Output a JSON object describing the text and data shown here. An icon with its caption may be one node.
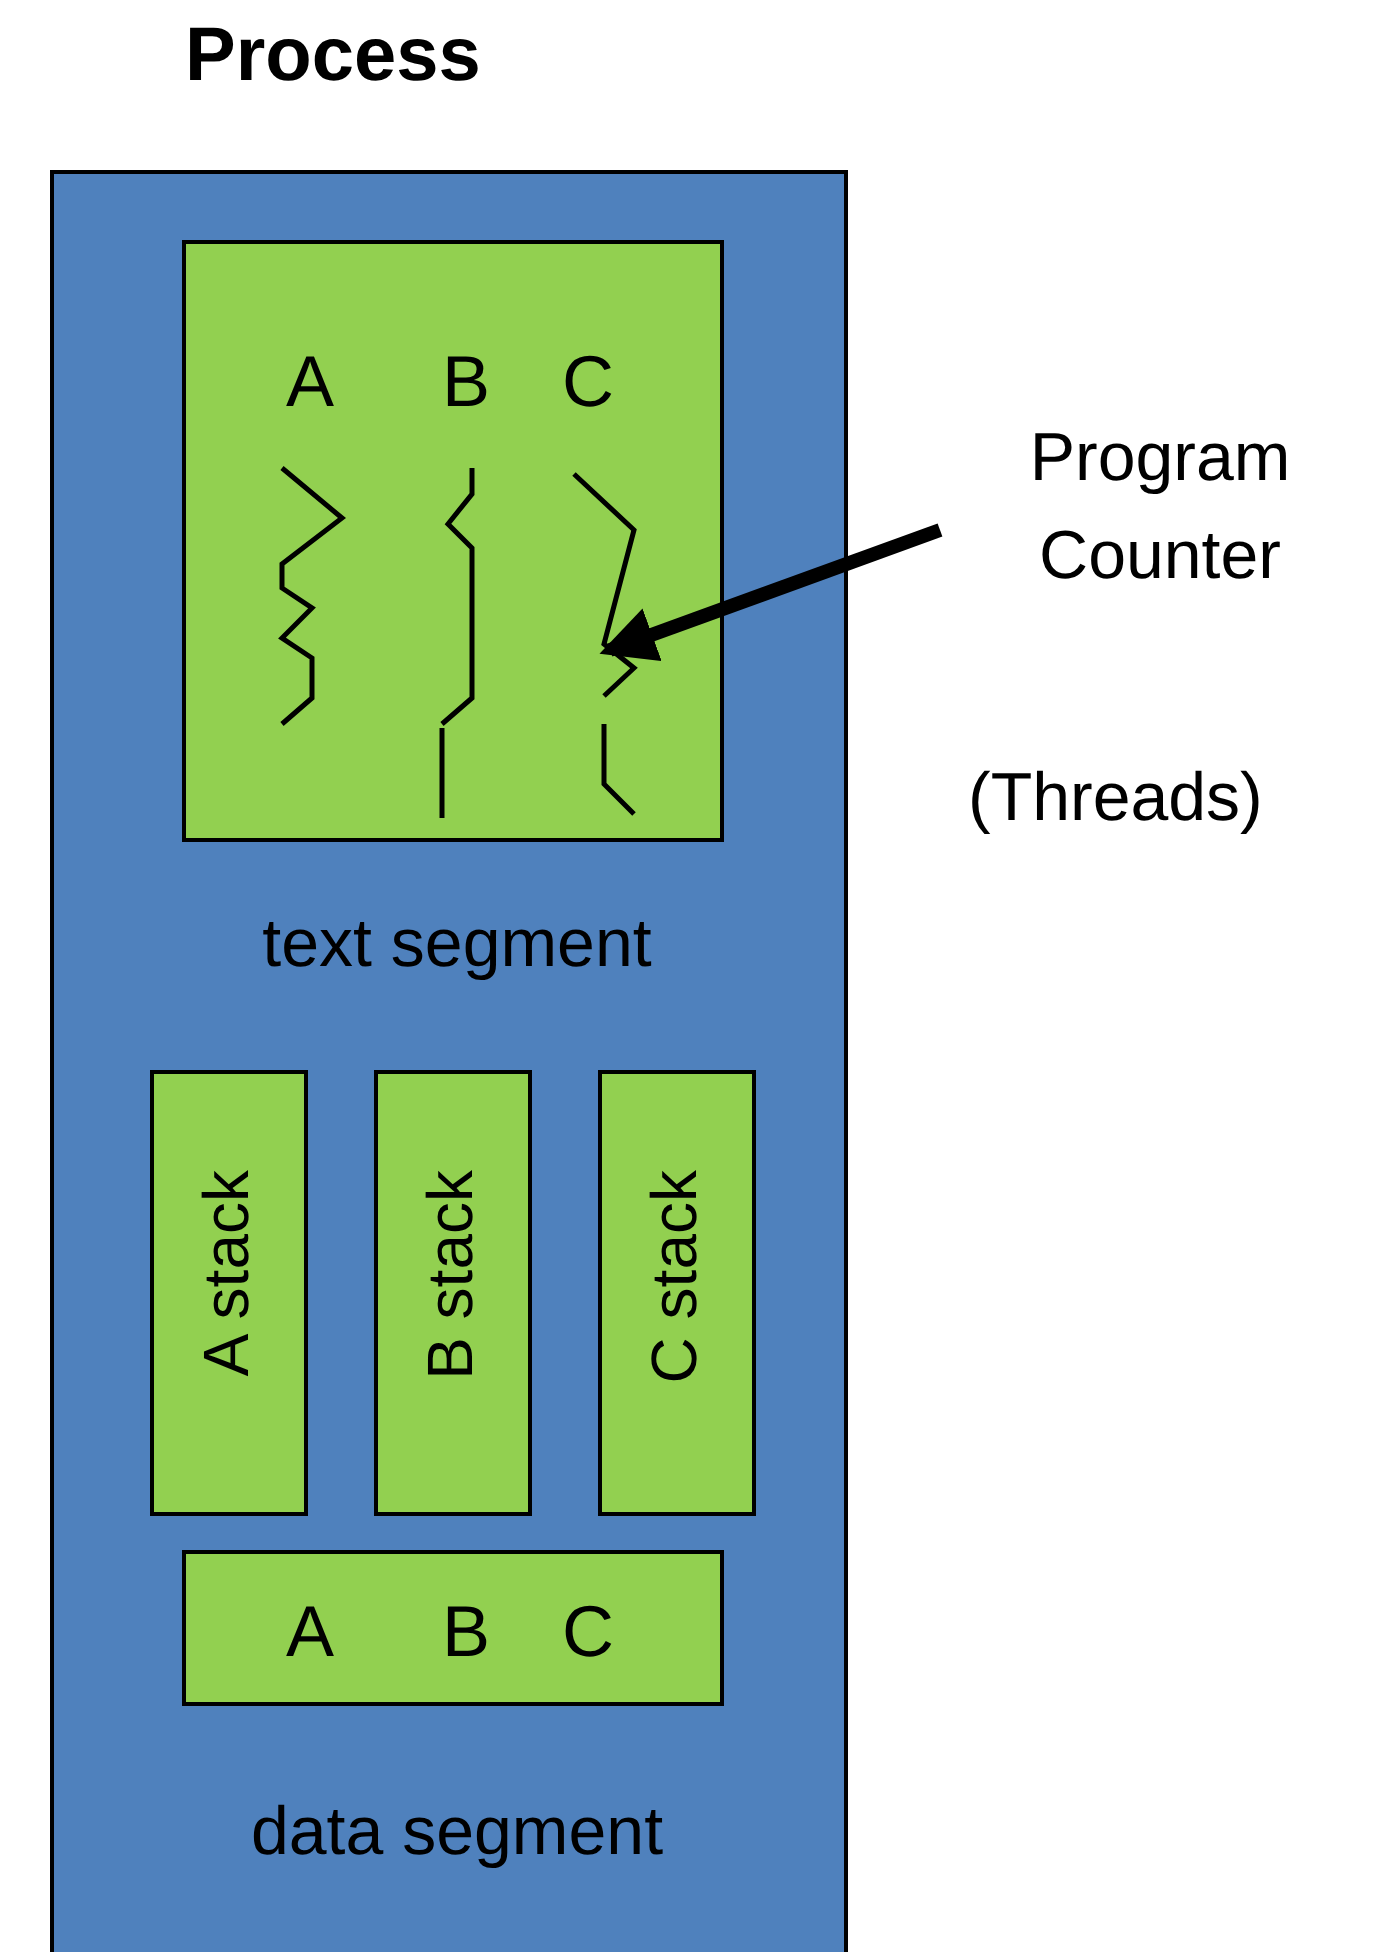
{
  "diagram": {
    "nodes": [
      {
        "text": [
          "Process"
        ]
      },
      {
        "text": [
          "A",
          "B",
          "C",
          "text segment"
        ],
        "in": 0
      },
      {
        "text": [
          "A stack"
        ],
        "in": 0
      },
      {
        "text": [
          "B stack"
        ],
        "in": 0
      },
      {
        "text": [
          "C stack"
        ],
        "in": 0
      },
      {
        "text": [
          "A",
          "B",
          "C",
          "data segment"
        ],
        "in": 0
      },
      {
        "text": [
          "Program Counter",
          "(Threads)"
        ]
      }
    ],
    "edges": [
      {
        "from": 6,
        "to": 1,
        "arrow": "to"
      }
    ]
  }
}
